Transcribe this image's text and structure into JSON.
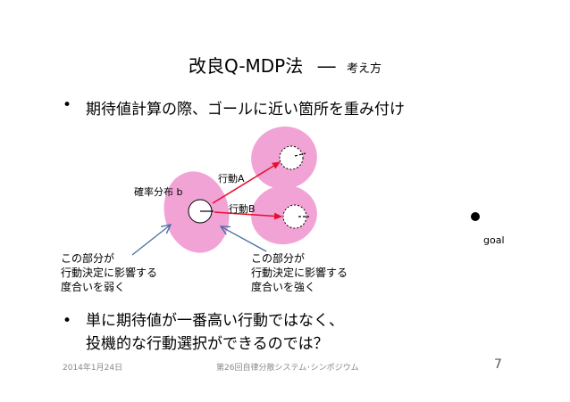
{
  "slide": {
    "title_main": "改良Q-MDP法",
    "title_dash": "―",
    "title_sub": "考え方",
    "bullet_glyph": "•",
    "bullet1": "期待値計算の際、ゴールに近い箇所を重み付け",
    "bullet2_line1": "単に期待値が一番高い行動ではなく、",
    "bullet2_line2": "投機的な行動選択ができるのでは？"
  },
  "diagram": {
    "belief_label": "確率分布 b",
    "action_a_label": "行動A",
    "action_b_label": "行動B",
    "goal_label": "goal",
    "left_note": [
      "この部分が",
      "行動決定に影響する",
      "度合いを弱く"
    ],
    "right_note": [
      "この部分が",
      "行動決定に影響する",
      "度合いを強く"
    ],
    "colors": {
      "blob": "#f2a3d6",
      "arrow": "#e8102f",
      "pointer": "#4a6fa5"
    }
  },
  "footer": {
    "date": "2014年1月24日",
    "event": "第26回自律分散システム･シンポジウム",
    "page": "7"
  }
}
